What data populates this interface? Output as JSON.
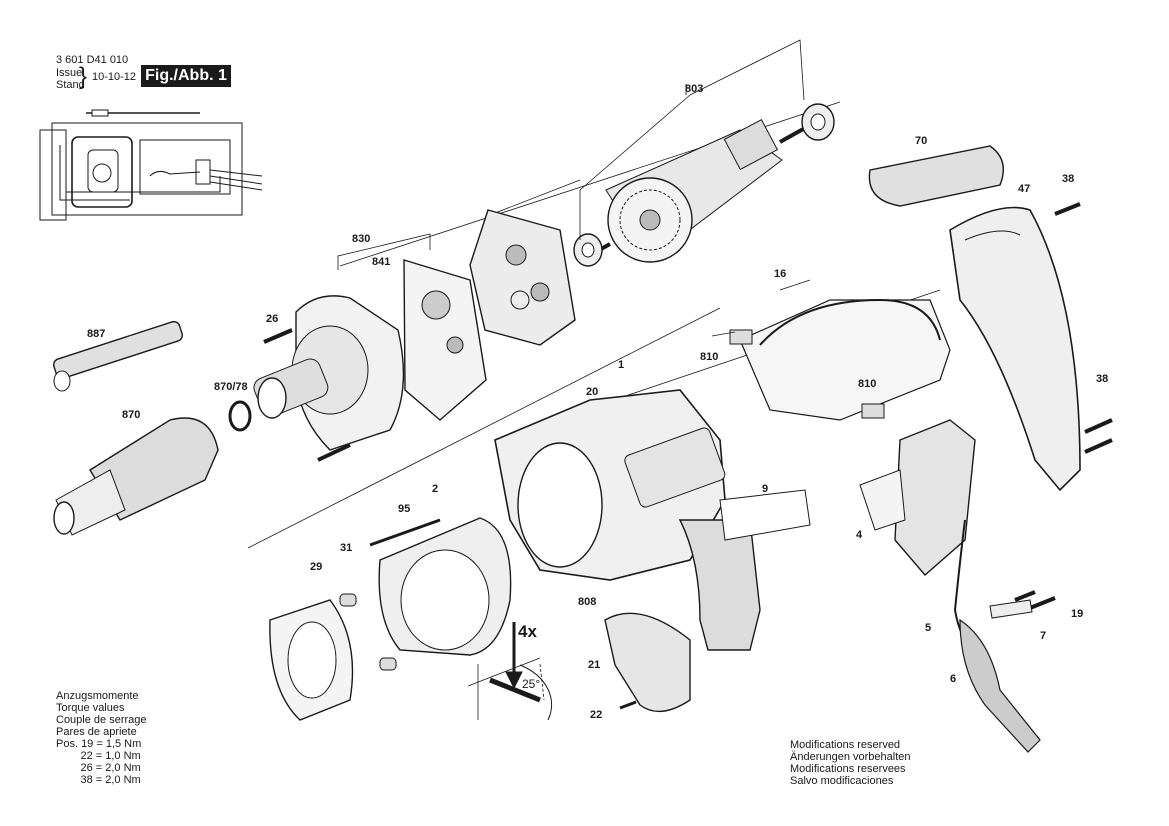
{
  "header": {
    "doc_number": "3 601 D41 010",
    "issue_label": "Issue",
    "stand_label": "Stand",
    "issue_date": "10-10-12",
    "figure_label": "Fig./Abb. 1"
  },
  "callouts": [
    {
      "id": "803",
      "label": "803"
    },
    {
      "id": "70",
      "label": "70"
    },
    {
      "id": "47",
      "label": "47"
    },
    {
      "id": "38a",
      "label": "38"
    },
    {
      "id": "830",
      "label": "830"
    },
    {
      "id": "841",
      "label": "841"
    },
    {
      "id": "16",
      "label": "16"
    },
    {
      "id": "26",
      "label": "26"
    },
    {
      "id": "887",
      "label": "887"
    },
    {
      "id": "810a",
      "label": "810"
    },
    {
      "id": "810b",
      "label": "810"
    },
    {
      "id": "870_78",
      "label": "870/78"
    },
    {
      "id": "870",
      "label": "870"
    },
    {
      "id": "1",
      "label": "1"
    },
    {
      "id": "20",
      "label": "20"
    },
    {
      "id": "38b",
      "label": "38"
    },
    {
      "id": "2",
      "label": "2"
    },
    {
      "id": "95",
      "label": "95"
    },
    {
      "id": "9",
      "label": "9"
    },
    {
      "id": "4",
      "label": "4"
    },
    {
      "id": "31",
      "label": "31"
    },
    {
      "id": "29",
      "label": "29"
    },
    {
      "id": "808",
      "label": "808"
    },
    {
      "id": "19",
      "label": "19"
    },
    {
      "id": "5",
      "label": "5"
    },
    {
      "id": "7",
      "label": "7"
    },
    {
      "id": "21",
      "label": "21"
    },
    {
      "id": "6",
      "label": "6"
    },
    {
      "id": "22",
      "label": "22"
    }
  ],
  "detail": {
    "count_label": "4x",
    "angle_label": "25°"
  },
  "torque": {
    "title_lines": [
      "Anzugsmomente",
      "Torque values",
      "Couple de serrage",
      "Pares de apriete"
    ],
    "rows": [
      "Pos. 19 = 1,5 Nm",
      "        22 = 1,0 Nm",
      "        26 = 2,0 Nm",
      "        38 = 2,0 Nm"
    ]
  },
  "modifications": [
    "Modifications reserved",
    "Änderungen vorbehalten",
    "Modifications reservees",
    "Salvo modificaciones"
  ]
}
